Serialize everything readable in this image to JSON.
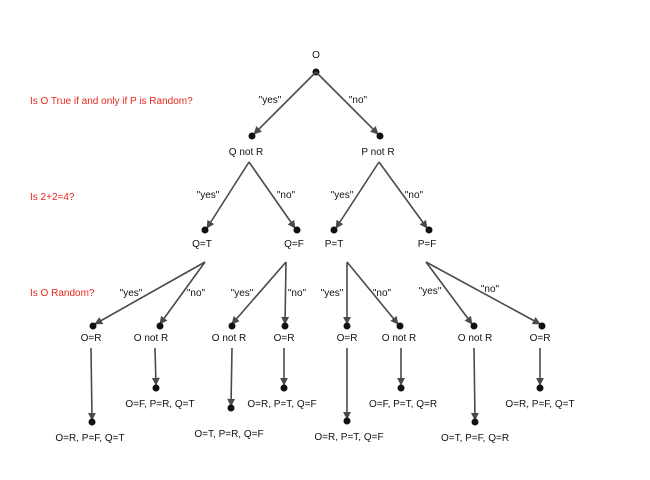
{
  "questions": {
    "q1": "Is O True if and only if P is Random?",
    "q2": "Is 2+2=4?",
    "q3": "Is O Random?"
  },
  "answers": {
    "yes": "\"yes\"",
    "no": "\"no\""
  },
  "nodes": {
    "root": "O",
    "l1_yes": "Q not R",
    "l1_no": "P not R",
    "l2_yy": "Q=T",
    "l2_yn": "Q=F",
    "l2_ny": "P=T",
    "l2_nn": "P=F",
    "l3_1": "O=R",
    "l3_2": "O not R",
    "l3_3": "O not R",
    "l3_4": "O=R",
    "l3_5": "O=R",
    "l3_6": "O not R",
    "l3_7": "O not R",
    "l3_8": "O=R",
    "leaf_1": "O=R, P=F, Q=T",
    "leaf_2": "O=F, P=R, Q=T",
    "leaf_3": "O=T, P=R, Q=F",
    "leaf_4": "O=R, P=T, Q=F",
    "leaf_5": "O=R, P=T, Q=F",
    "leaf_6": "O=F, P=T, Q=R",
    "leaf_7": "O=T, P=F, Q=R",
    "leaf_8": "O=R, P=F, Q=T"
  },
  "colors": {
    "question": "#e8261f",
    "edge": "#4a4a4a",
    "node": "#111111"
  }
}
